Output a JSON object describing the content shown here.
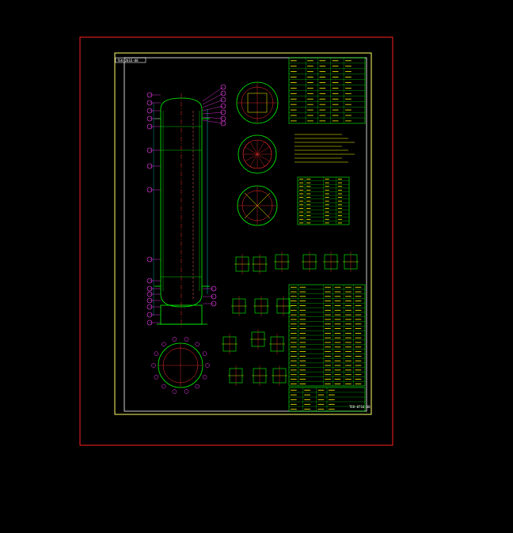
{
  "drawing": {
    "title_tag": "TEK-2016-00",
    "drawing_number": "TEK-0716-00",
    "tables": [
      {
        "label": "design data table",
        "rows": 12
      },
      {
        "label": "notes block",
        "rows": 8
      },
      {
        "label": "nozzle table",
        "rows": 13
      },
      {
        "label": "parts list",
        "rows": 22
      },
      {
        "label": "title block",
        "rows": 5
      }
    ],
    "colors": {
      "background": "#000000",
      "sheet_border": "#ff2020",
      "frame": "#ffff66",
      "inner_frame": "#ffffff",
      "vessel": "#00ff00",
      "centerline": "#ff3030",
      "balloon": "#ff40ff",
      "table_grid": "#00ff00",
      "table_text": "#ffff00",
      "dimension": "#00ffff"
    }
  }
}
